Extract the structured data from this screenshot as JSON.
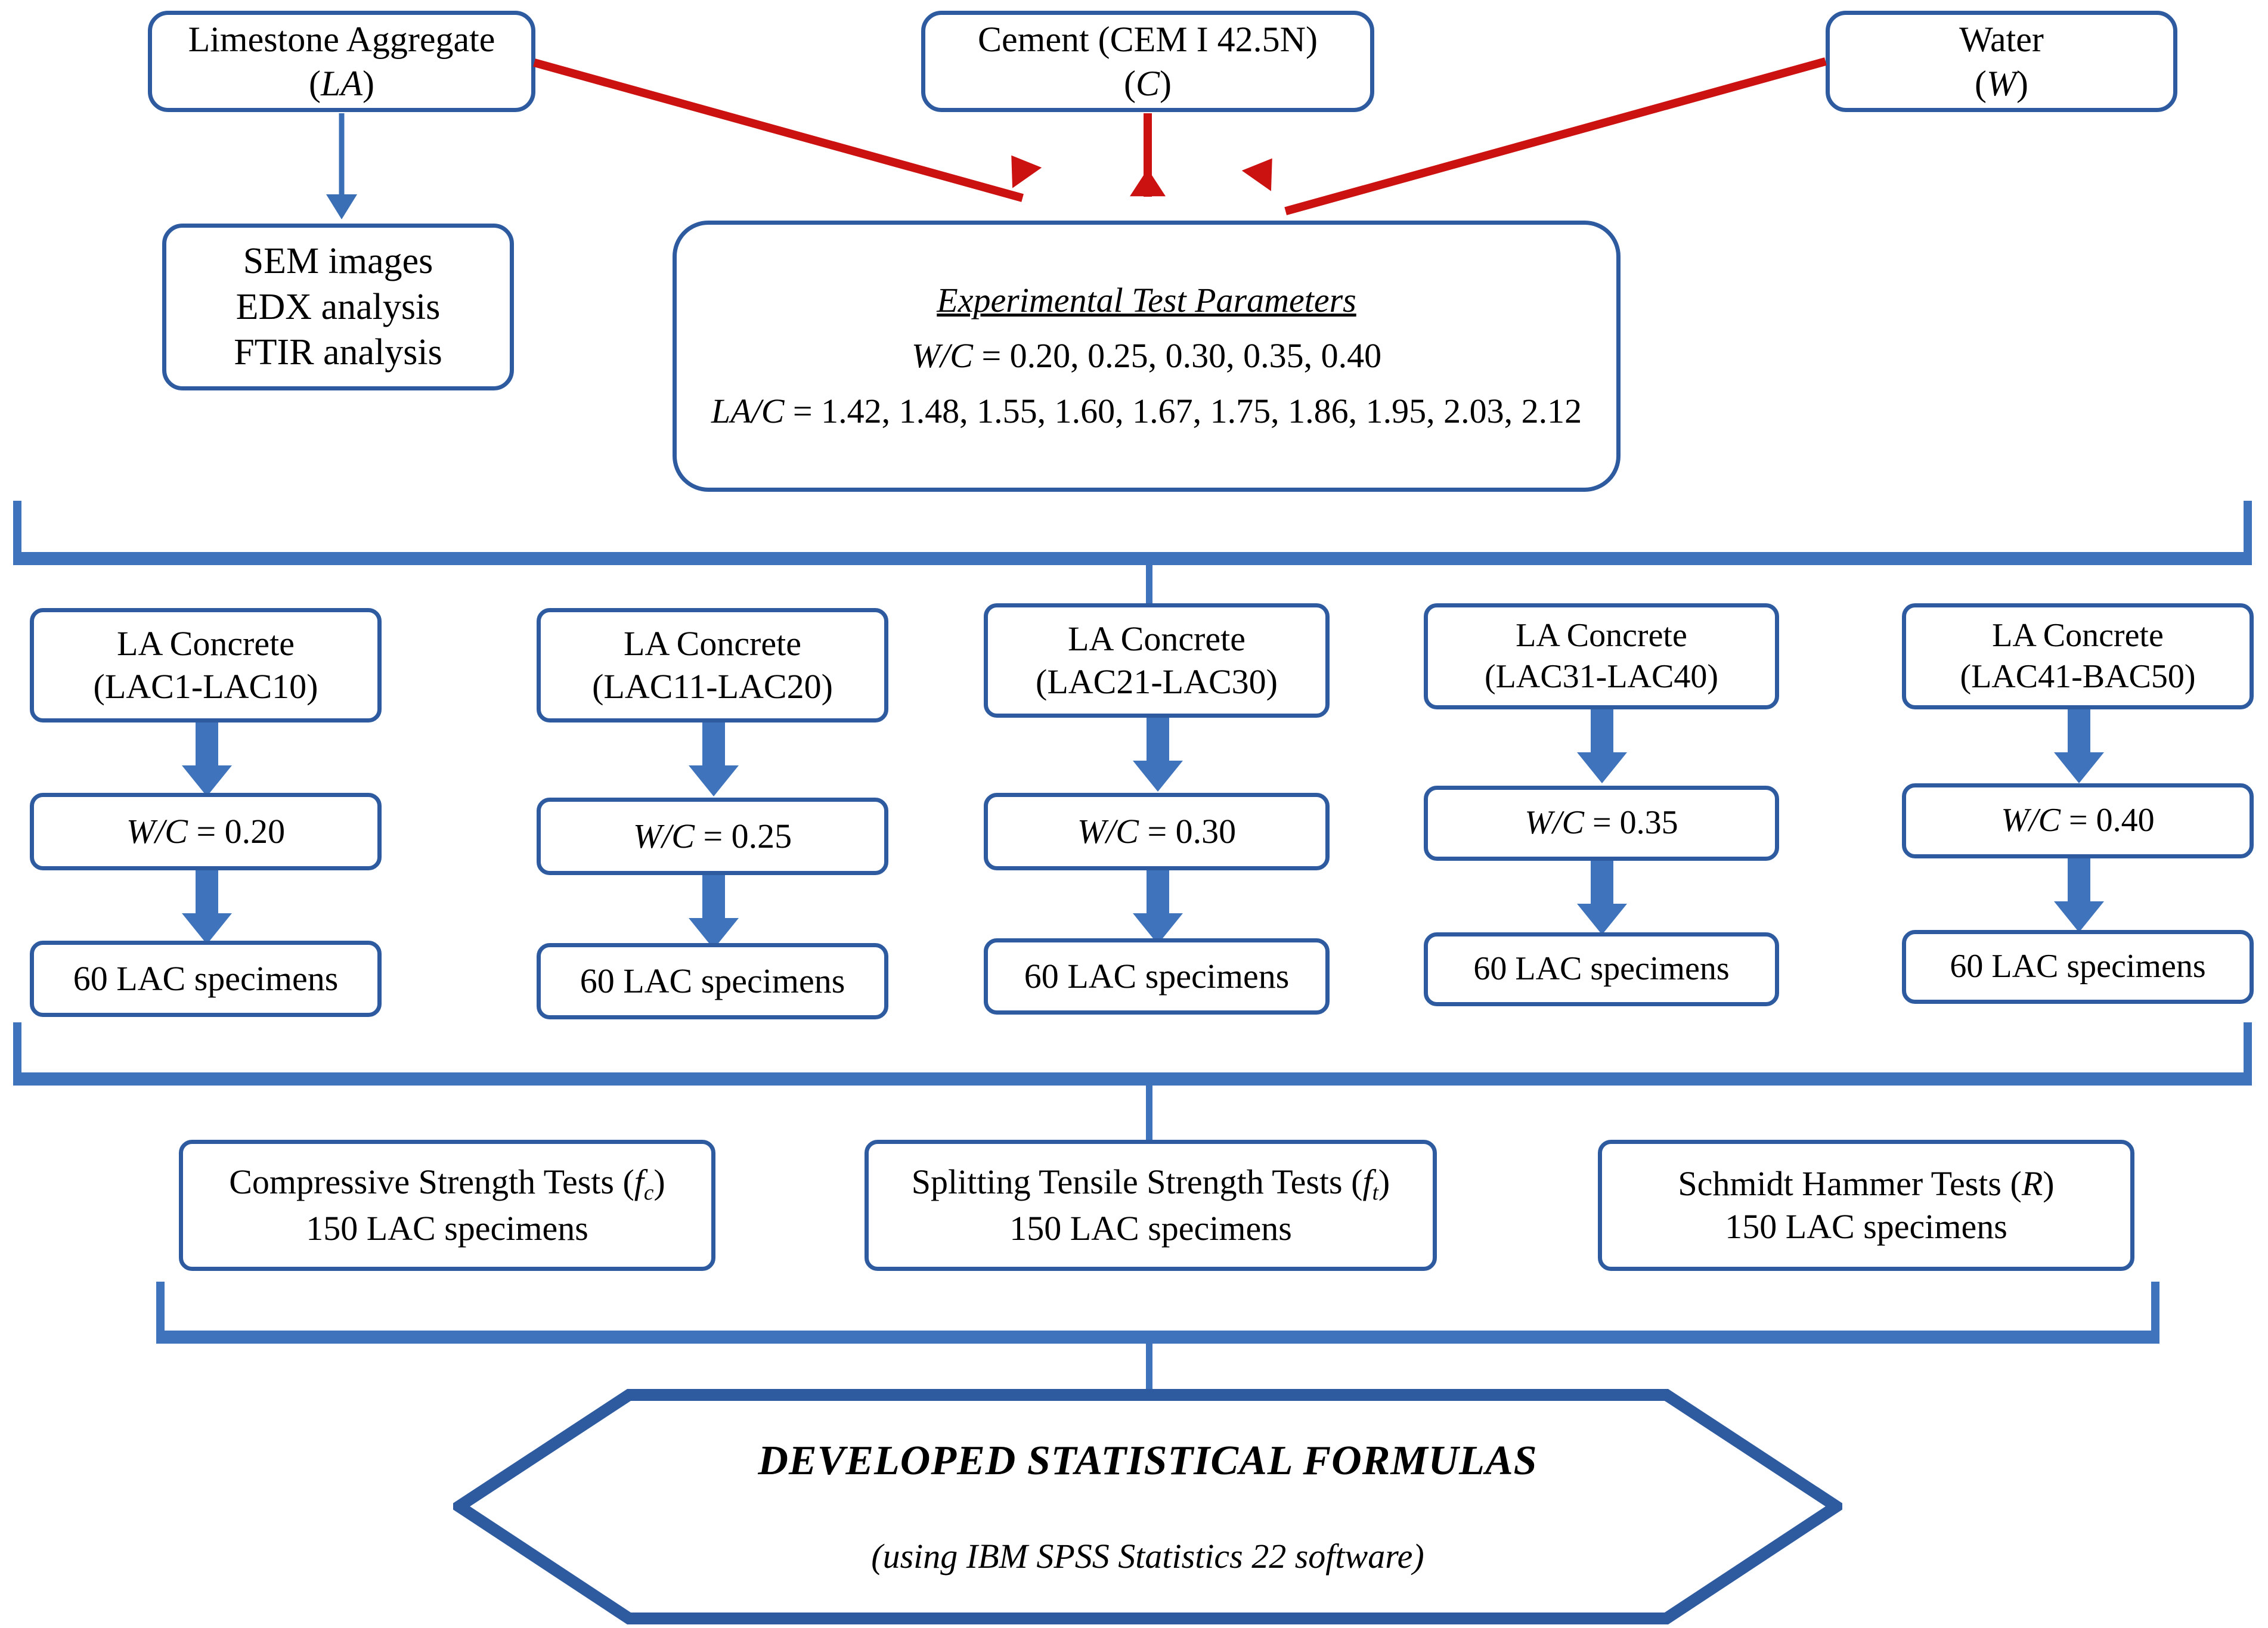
{
  "diagram": {
    "title": "Experimental program flowchart for limestone aggregate concrete",
    "colors": {
      "box_border_blue": "#2e5ba0",
      "arrow_blue": "#3f74bd",
      "arrow_red": "#cc1111",
      "hexagon_border": "#2e5ba0",
      "background": "#ffffff"
    }
  },
  "materials": {
    "limestone": {
      "line1": "Limestone Aggregate",
      "line2": "(LA)"
    },
    "cement": {
      "line1": "Cement (CEM I 42.5N)",
      "line2": "(C)"
    },
    "water": {
      "line1": "Water",
      "line2": "(W)"
    }
  },
  "characterization": {
    "line1": "SEM images",
    "line2": "EDX analysis",
    "line3": "FTIR analysis"
  },
  "parameters": {
    "heading": "Experimental Test Parameters",
    "wc_label": "W/C",
    "wc_values": "= 0.20, 0.25, 0.30, 0.35, 0.40",
    "lac_label": "LA/C",
    "lac_values": "= 1.42, 1.48, 1.55, 1.60, 1.67, 1.75, 1.86, 1.95, 2.03, 2.12"
  },
  "mix_columns": [
    {
      "concrete_line1": "LA Concrete",
      "concrete_line2": "(LAC1-LAC10)",
      "ratio_label": "W/C",
      "ratio_value": "= 0.20",
      "specimens": "60 LAC specimens"
    },
    {
      "concrete_line1": "LA Concrete",
      "concrete_line2": "(LAC11-LAC20)",
      "ratio_label": "W/C",
      "ratio_value": "= 0.25",
      "specimens": "60 LAC specimens"
    },
    {
      "concrete_line1": "LA Concrete",
      "concrete_line2": "(LAC21-LAC30)",
      "ratio_label": "W/C",
      "ratio_value": "= 0.30",
      "specimens": "60 LAC specimens"
    },
    {
      "concrete_line1": "LA Concrete",
      "concrete_line2": "(LAC31-LAC40)",
      "ratio_label": "W/C",
      "ratio_value": "= 0.35",
      "specimens": "60 LAC specimens"
    },
    {
      "concrete_line1": "LA Concrete",
      "concrete_line2": "(LAC41-BAC50)",
      "ratio_label": "W/C",
      "ratio_value": "= 0.40",
      "specimens": "60 LAC specimens"
    }
  ],
  "tests": [
    {
      "name_prefix": "Compressive Strength Tests (",
      "symbol": "f",
      "symbol_sub": "c",
      "name_suffix": ")",
      "specimens": "150 LAC specimens"
    },
    {
      "name_prefix": "Splitting Tensile Strength Tests (",
      "symbol": "f",
      "symbol_sub": "t",
      "name_suffix": ")",
      "specimens": "150 LAC specimens"
    },
    {
      "name_prefix": "Schmidt Hammer Tests (",
      "symbol": "R",
      "symbol_sub": "",
      "name_suffix": ")",
      "specimens": "150 LAC specimens"
    }
  ],
  "outcome": {
    "title": "DEVELOPED STATISTICAL FORMULAS",
    "subtitle": "(using IBM SPSS Statistics 22 software)"
  }
}
